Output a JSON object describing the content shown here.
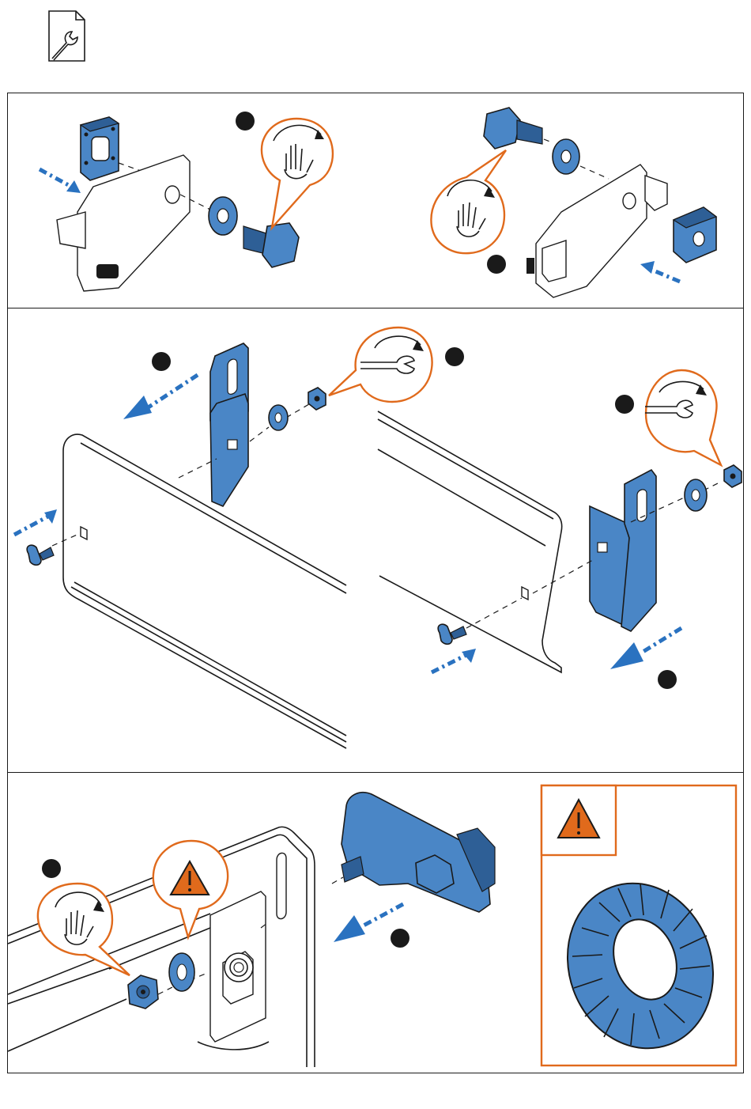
{
  "document": {
    "header_icon": "document-wrench-icon",
    "panels": [
      {
        "id": "panel-1",
        "steps": 2
      },
      {
        "id": "panel-2",
        "steps": 4
      },
      {
        "id": "panel-3",
        "steps": 2
      }
    ],
    "inset": {
      "icon": "warning-triangle-icon",
      "subject": "serrated-lock-washer"
    }
  },
  "colors": {
    "part_blue": "#4a86c6",
    "arrow_blue": "#2a72c0",
    "callout_orange": "#e06a1c",
    "outline": "#1a1a1a"
  },
  "icons": [
    "document-wrench-icon",
    "hand-tighten-icon",
    "wrench-tighten-icon",
    "warning-triangle-icon",
    "step-marker",
    "direction-arrow"
  ]
}
